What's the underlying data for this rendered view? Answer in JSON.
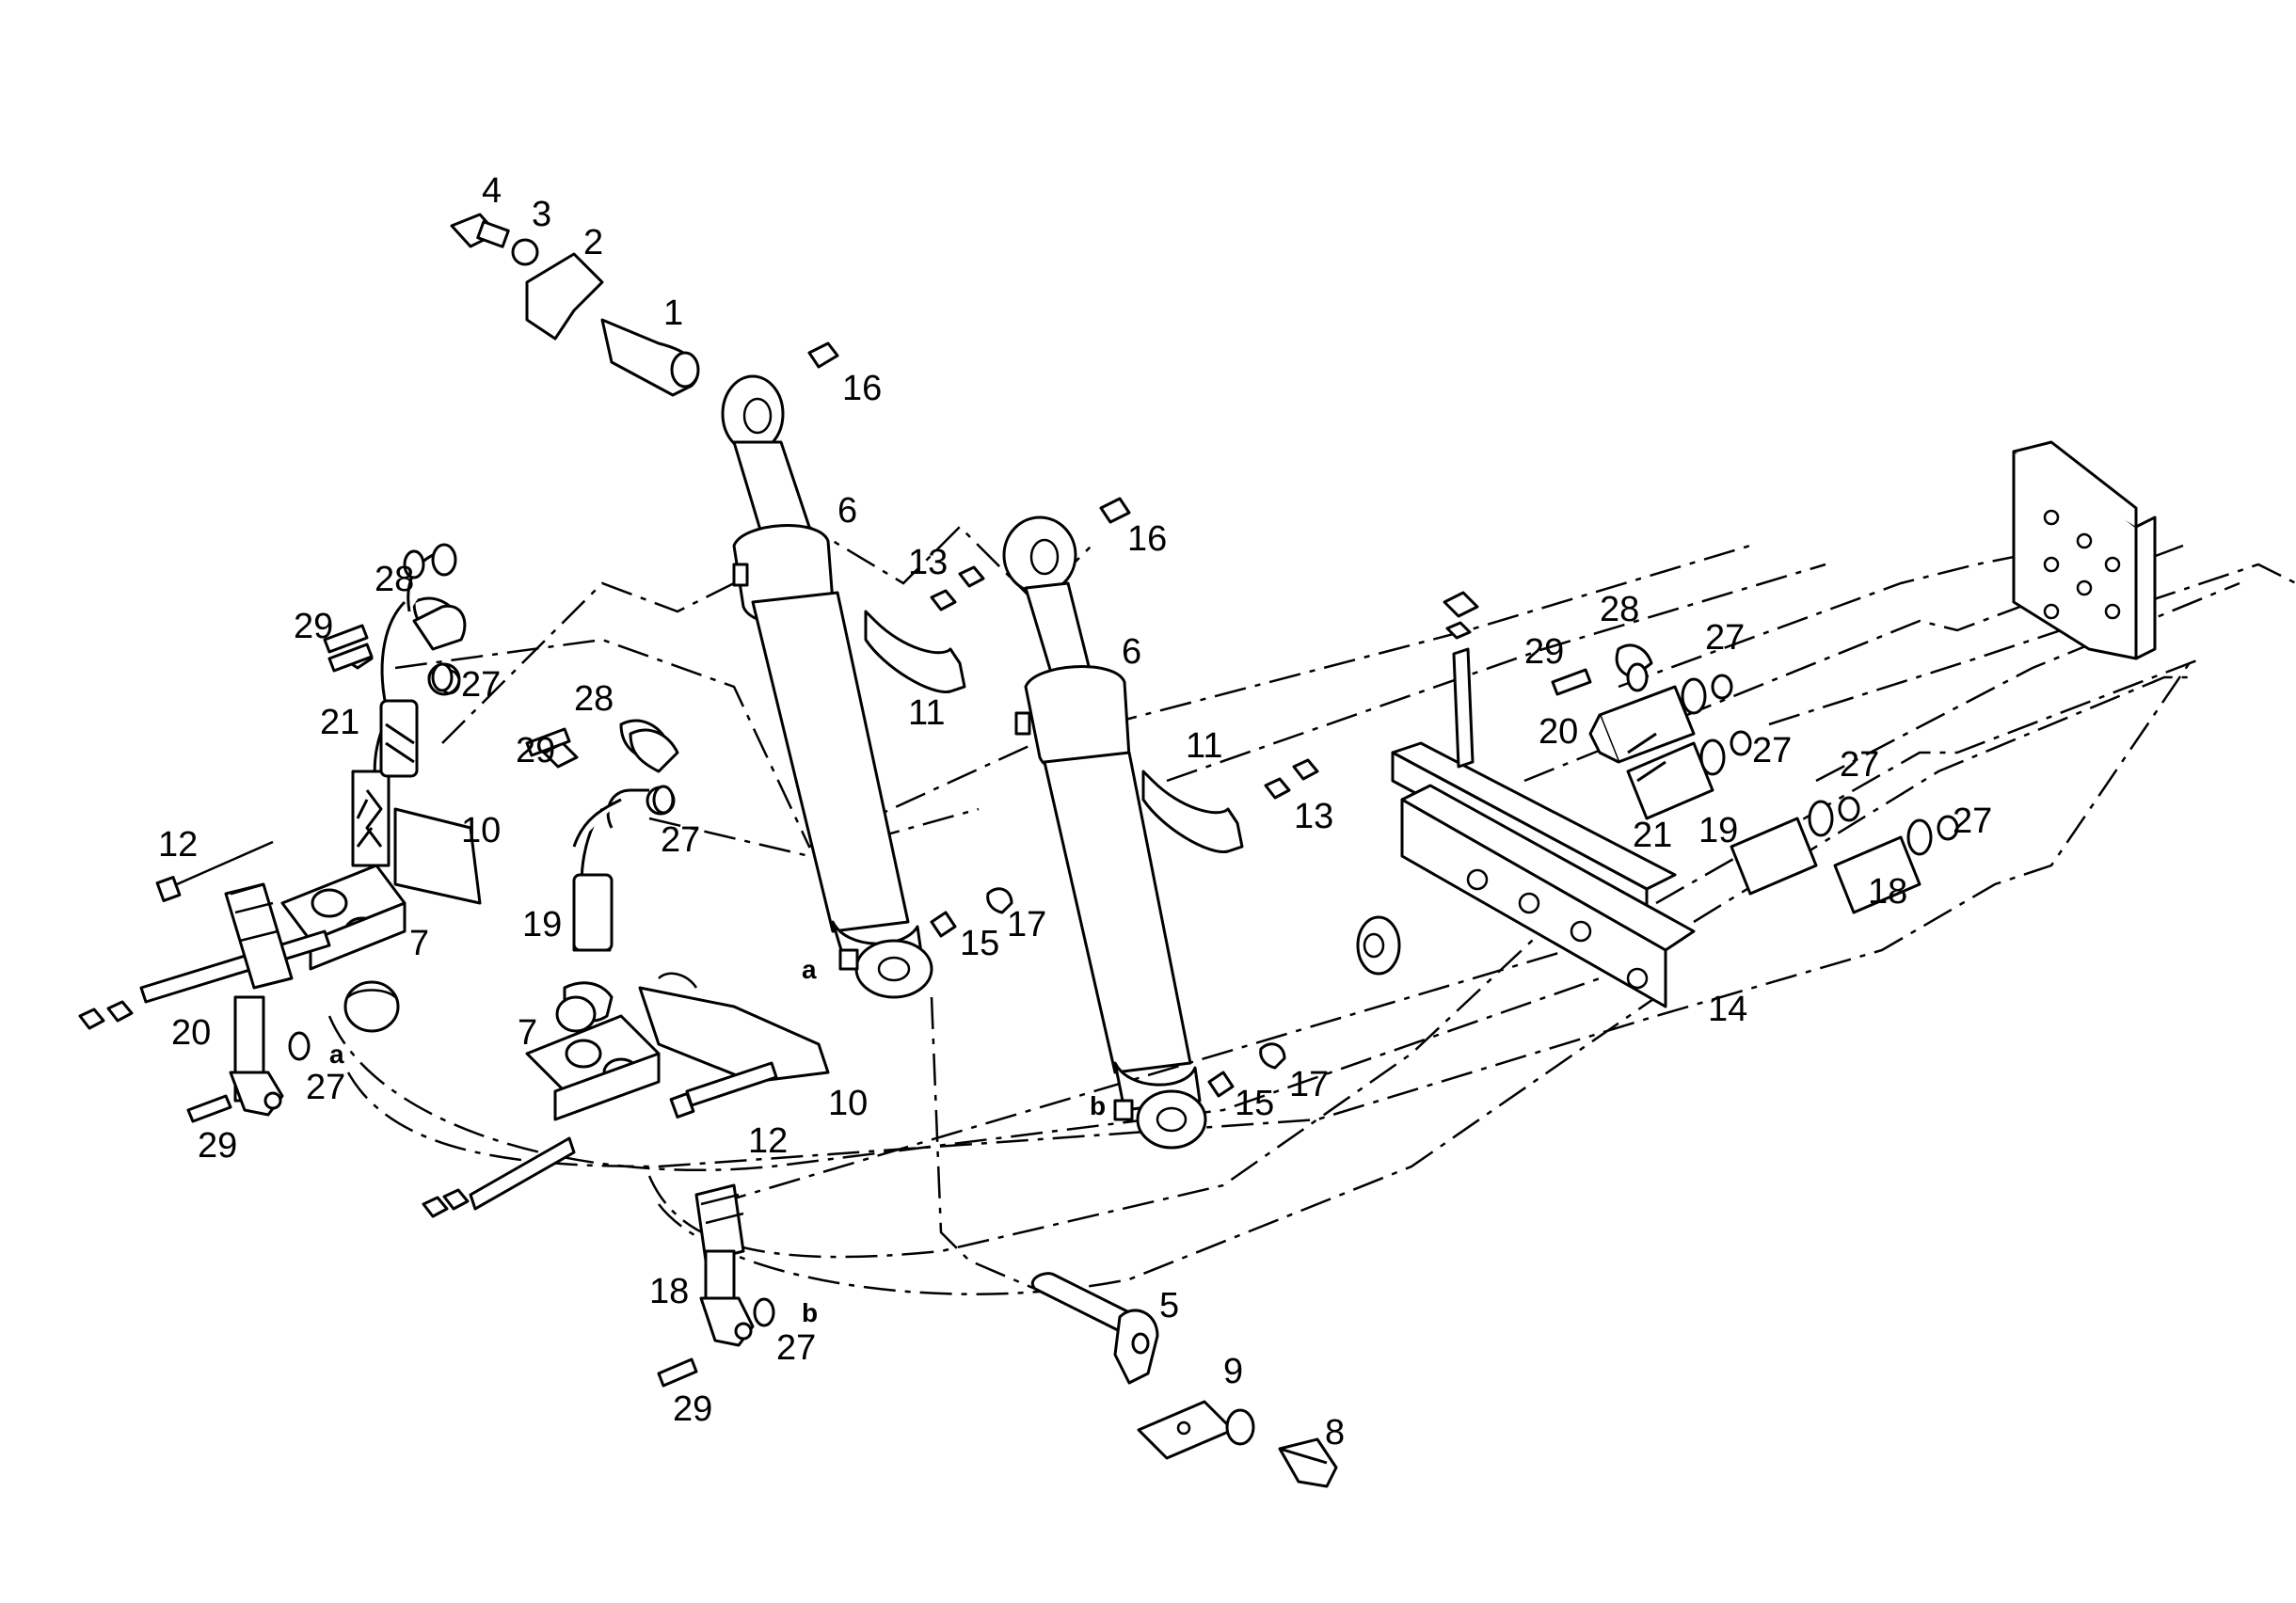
{
  "diagram": {
    "callouts": [
      {
        "id": "c4",
        "text": "4"
      },
      {
        "id": "c3",
        "text": "3"
      },
      {
        "id": "c2",
        "text": "2"
      },
      {
        "id": "c1",
        "text": "1"
      },
      {
        "id": "c16a",
        "text": "16"
      },
      {
        "id": "c16b",
        "text": "16"
      },
      {
        "id": "c6a",
        "text": "6"
      },
      {
        "id": "c6b",
        "text": "6"
      },
      {
        "id": "c13a",
        "text": "13"
      },
      {
        "id": "c13b",
        "text": "13"
      },
      {
        "id": "c11a",
        "text": "11"
      },
      {
        "id": "c11b",
        "text": "11"
      },
      {
        "id": "c28a",
        "text": "28"
      },
      {
        "id": "c28b",
        "text": "28"
      },
      {
        "id": "c28c",
        "text": "28"
      },
      {
        "id": "c29a",
        "text": "29"
      },
      {
        "id": "c29b",
        "text": "29"
      },
      {
        "id": "c29c",
        "text": "29"
      },
      {
        "id": "c29d",
        "text": "29"
      },
      {
        "id": "c29e",
        "text": "29"
      },
      {
        "id": "c27a",
        "text": "27"
      },
      {
        "id": "c27b",
        "text": "27"
      },
      {
        "id": "c27c",
        "text": "27"
      },
      {
        "id": "c27d",
        "text": "27"
      },
      {
        "id": "c27e",
        "text": "27"
      },
      {
        "id": "c27f",
        "text": "27"
      },
      {
        "id": "c27g",
        "text": "27"
      },
      {
        "id": "c27h",
        "text": "27"
      },
      {
        "id": "c21a",
        "text": "21"
      },
      {
        "id": "c21b",
        "text": "21"
      },
      {
        "id": "c20a",
        "text": "20"
      },
      {
        "id": "c20b",
        "text": "20"
      },
      {
        "id": "c19a",
        "text": "19"
      },
      {
        "id": "c19b",
        "text": "19"
      },
      {
        "id": "c18a",
        "text": "18"
      },
      {
        "id": "c18b",
        "text": "18"
      },
      {
        "id": "c12a",
        "text": "12"
      },
      {
        "id": "c12b",
        "text": "12"
      },
      {
        "id": "c10a",
        "text": "10"
      },
      {
        "id": "c10b",
        "text": "10"
      },
      {
        "id": "c7a",
        "text": "7"
      },
      {
        "id": "c7b",
        "text": "7"
      },
      {
        "id": "c15a",
        "text": "15"
      },
      {
        "id": "c15b",
        "text": "15"
      },
      {
        "id": "c17a",
        "text": "17"
      },
      {
        "id": "c17b",
        "text": "17"
      },
      {
        "id": "c14",
        "text": "14"
      },
      {
        "id": "c5",
        "text": "5"
      },
      {
        "id": "c9",
        "text": "9"
      },
      {
        "id": "c8",
        "text": "8"
      }
    ],
    "markers": [
      {
        "id": "ma1",
        "text": "a"
      },
      {
        "id": "ma2",
        "text": "a"
      },
      {
        "id": "mb1",
        "text": "b"
      },
      {
        "id": "mb2",
        "text": "b"
      }
    ]
  }
}
